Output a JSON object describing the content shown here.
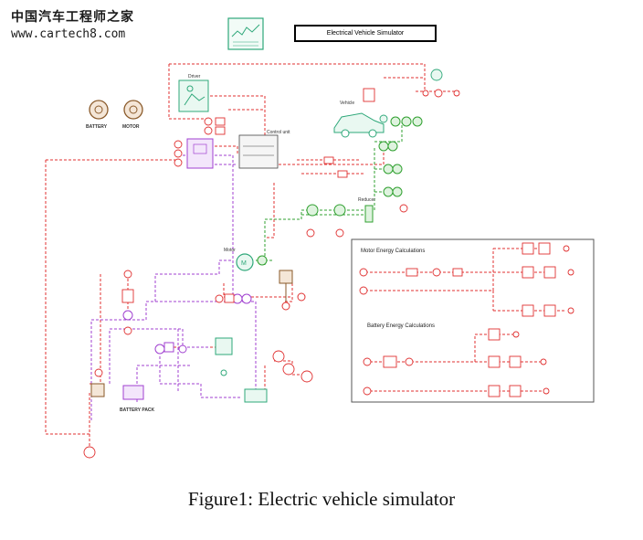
{
  "watermark": {
    "site_name": "中国汽车工程师之家",
    "url": "www.cartech8.com"
  },
  "diagram": {
    "title": "Electrical Vehicle Simulator",
    "labels": {
      "battery_meter": "BATTERY",
      "motor_meter": "MOTOR",
      "driver": "Driver",
      "vehicle": "Vehicle",
      "control_unit": "Control unit",
      "reducer": "Reducer",
      "motor": "Motor",
      "battery_pack": "BATTERY PACK",
      "motor_energy": "Motor Energy Calculations",
      "battery_energy": "Battery Energy Calculations"
    },
    "colors": {
      "mechanical": "#e03030",
      "electrical": "#a040d0",
      "drivetrain": "#30a030",
      "signal": "#2fa87a",
      "thermal": "#8a5a2a"
    }
  },
  "caption": "Figure1:  Electric vehicle simulator"
}
